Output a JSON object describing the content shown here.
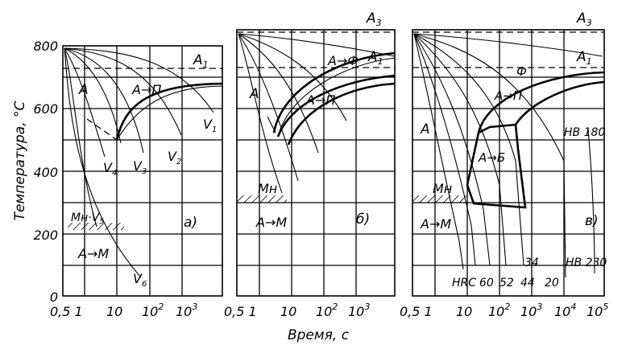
{
  "y_axis": {
    "label": "Температура, °С",
    "ticks": [
      "800",
      "600",
      "400",
      "200",
      "0"
    ]
  },
  "x_axis": {
    "label": "Время, с"
  },
  "panels": [
    {
      "id": "a",
      "tag": "а)",
      "ticks": [
        {
          "base": "0,5 1",
          "exp": ""
        },
        {
          "base": "10",
          "exp": ""
        },
        {
          "base": "10",
          "exp": "2"
        },
        {
          "base": "10",
          "exp": "3"
        }
      ],
      "labels": {
        "a1": {
          "base": "A",
          "sub": "1"
        },
        "austenite": "A",
        "a_to_p": "A→П",
        "v1": {
          "base": "V",
          "sub": "1"
        },
        "v2": {
          "base": "V",
          "sub": "2"
        },
        "v3": {
          "base": "V",
          "sub": "3"
        },
        "v4": {
          "base": "V",
          "sub": "4"
        },
        "v5_mn": {
          "base": "Мн·V",
          "sub": "5"
        },
        "v6": {
          "base": "V",
          "sub": "6"
        },
        "a_to_m": "A→M"
      }
    },
    {
      "id": "b",
      "tag": "б)",
      "ticks": [
        {
          "base": "0,5 1",
          "exp": ""
        },
        {
          "base": "10",
          "exp": ""
        },
        {
          "base": "10",
          "exp": "2"
        },
        {
          "base": "10",
          "exp": "3"
        }
      ],
      "labels": {
        "a3": {
          "base": "A",
          "sub": "3"
        },
        "a1": {
          "base": "A",
          "sub": "1"
        },
        "austenite": "A",
        "a_to_f": "A→Ф",
        "a_to_p": "A→П",
        "mn": "Мн",
        "a_to_m": "A→M"
      }
    },
    {
      "id": "v",
      "tag": "в)",
      "ticks": [
        {
          "base": "0,5 1",
          "exp": ""
        },
        {
          "base": "10",
          "exp": ""
        },
        {
          "base": "10",
          "exp": "2"
        },
        {
          "base": "10",
          "exp": "3"
        },
        {
          "base": "10",
          "exp": "4"
        },
        {
          "base": "10",
          "exp": "5"
        }
      ],
      "labels": {
        "a3": {
          "base": "A",
          "sub": "3"
        },
        "a1": {
          "base": "A",
          "sub": "1"
        },
        "austenite": "A",
        "ferrite": "Ф",
        "a_to_p": "A→П",
        "a_to_b": "A→Б",
        "mn": "Мн",
        "a_to_m": "A→M",
        "hb180": "HB 180",
        "hb230": "HB 230",
        "hrc": "HRC",
        "hrc_values": [
          "60",
          "52",
          "44",
          "20"
        ],
        "hrc_34": "34"
      }
    }
  ]
}
